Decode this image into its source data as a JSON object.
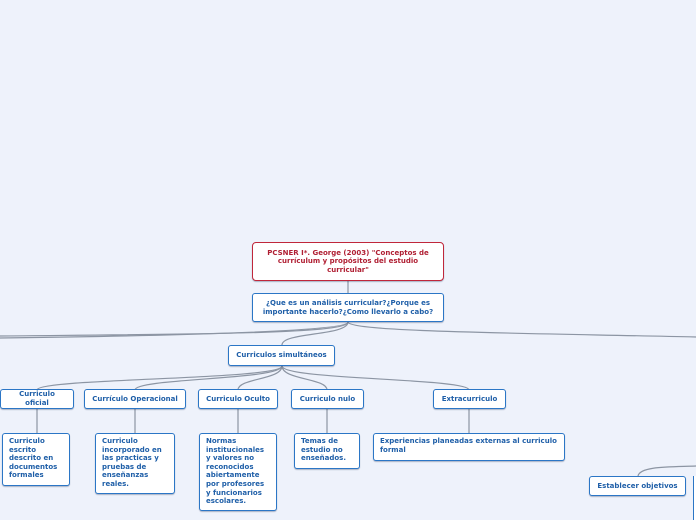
{
  "root": {
    "title": "PCSNER I*. George (2003) \"Conceptos de currículum y propósitos del estudio curricular\""
  },
  "question": {
    "text": "¿Que es un análisis curricular?¿Porque es importante hacerlo?¿Como llevarlo a cabo?"
  },
  "simultaneos": {
    "label": "Curriculos simultáneos"
  },
  "branches": [
    {
      "label": "Curriculo oficial",
      "detail": "Curriculo escrito descrito en documentos formales"
    },
    {
      "label": "Currículo Operacional",
      "detail": "Curriculo incorporado en las practicas y pruebas de enseñanzas reales."
    },
    {
      "label": "Curriculo Oculto",
      "detail": "Normas institucionales y valores no reconocidos abiertamente por profesores y funcionarios escolares."
    },
    {
      "label": "Curriculo nulo",
      "detail": "Temas de estudio no enseñados."
    },
    {
      "label": "Extracurriculo",
      "detail": "Experiencias planeadas externas al curriculo formal"
    }
  ],
  "side": {
    "objetivos": "Establecer objetivos"
  },
  "colors": {
    "line": "#8c95a3",
    "node_border": "#2b76c6",
    "root_border": "#c0273b",
    "background": "#eef2fb"
  }
}
